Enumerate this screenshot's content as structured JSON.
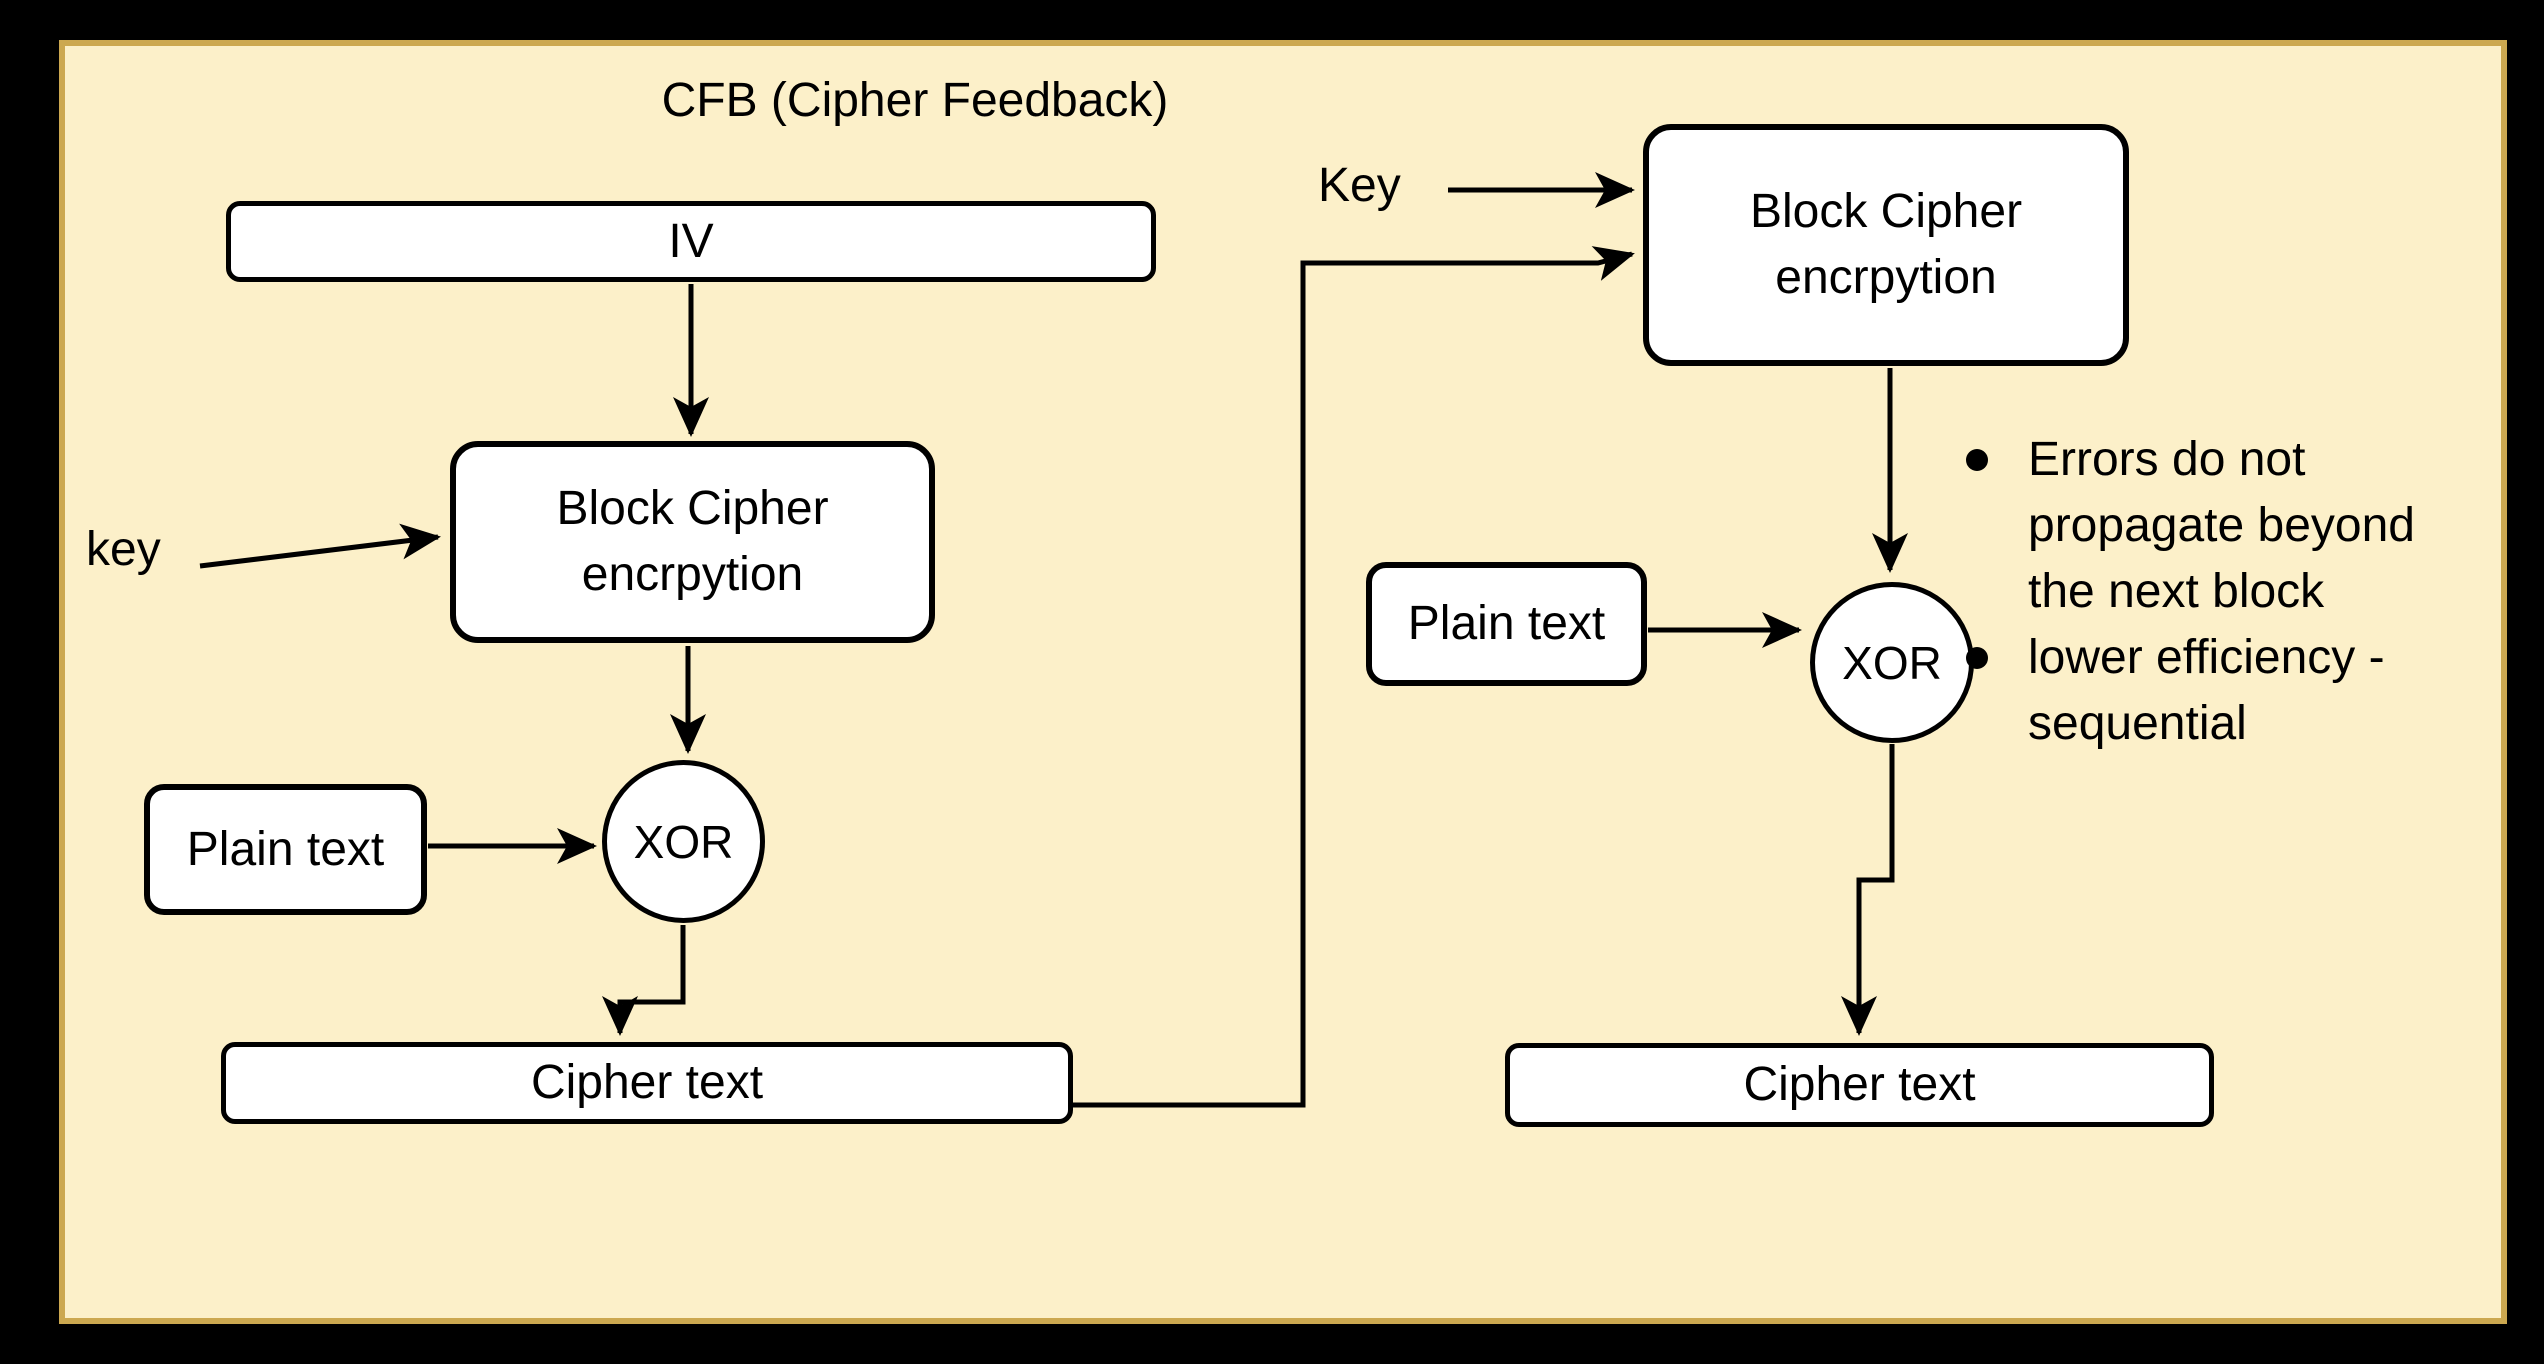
{
  "title": "CFB (Cipher Feedback)",
  "colors": {
    "frame": "#000000",
    "panel_fill": "#FCF0C9",
    "panel_border": "#CCA850",
    "node_fill": "#FFFFFF",
    "node_border": "#000000",
    "line": "#000000",
    "text": "#000000"
  },
  "left_flow": {
    "iv_label": "IV",
    "key_label": "key",
    "block_cipher_label": "Block Cipher\nencrpytion",
    "plain_text_label": "Plain text",
    "xor_label": "XOR",
    "cipher_text_label": "Cipher text"
  },
  "right_flow": {
    "key_label": "Key",
    "block_cipher_label": "Block Cipher\nencrpytion",
    "plain_text_label": "Plain text",
    "xor_label": "XOR",
    "cipher_text_label": "Cipher text"
  },
  "notes": {
    "items": [
      {
        "text": "Errors do not\npropagate beyond\nthe next block"
      },
      {
        "text": "lower efficiency -\nsequential"
      }
    ]
  }
}
